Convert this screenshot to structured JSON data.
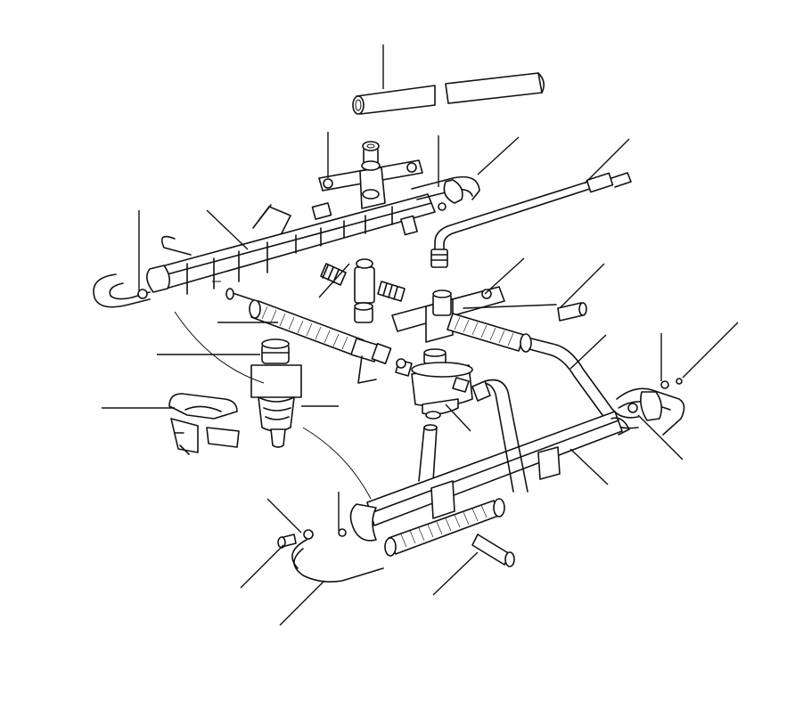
{
  "diagram": {
    "background": "#ffffff",
    "line_color": "#111111",
    "parts": [
      "fuel-rail-rear",
      "fuel-rail-front",
      "fuel-injector",
      "injector-clip",
      "fuel-pressure-regulator",
      "braided-fuel-hose-upper",
      "braided-fuel-hose-lower",
      "braided-fuel-hose-right",
      "fuel-pipe-feed",
      "fuel-pipe-return",
      "vacuum-hose-top",
      "vacuum-hose-bottom",
      "mounting-bracket",
      "t-connector",
      "banjo-bolt",
      "sealing-washer"
    ]
  }
}
